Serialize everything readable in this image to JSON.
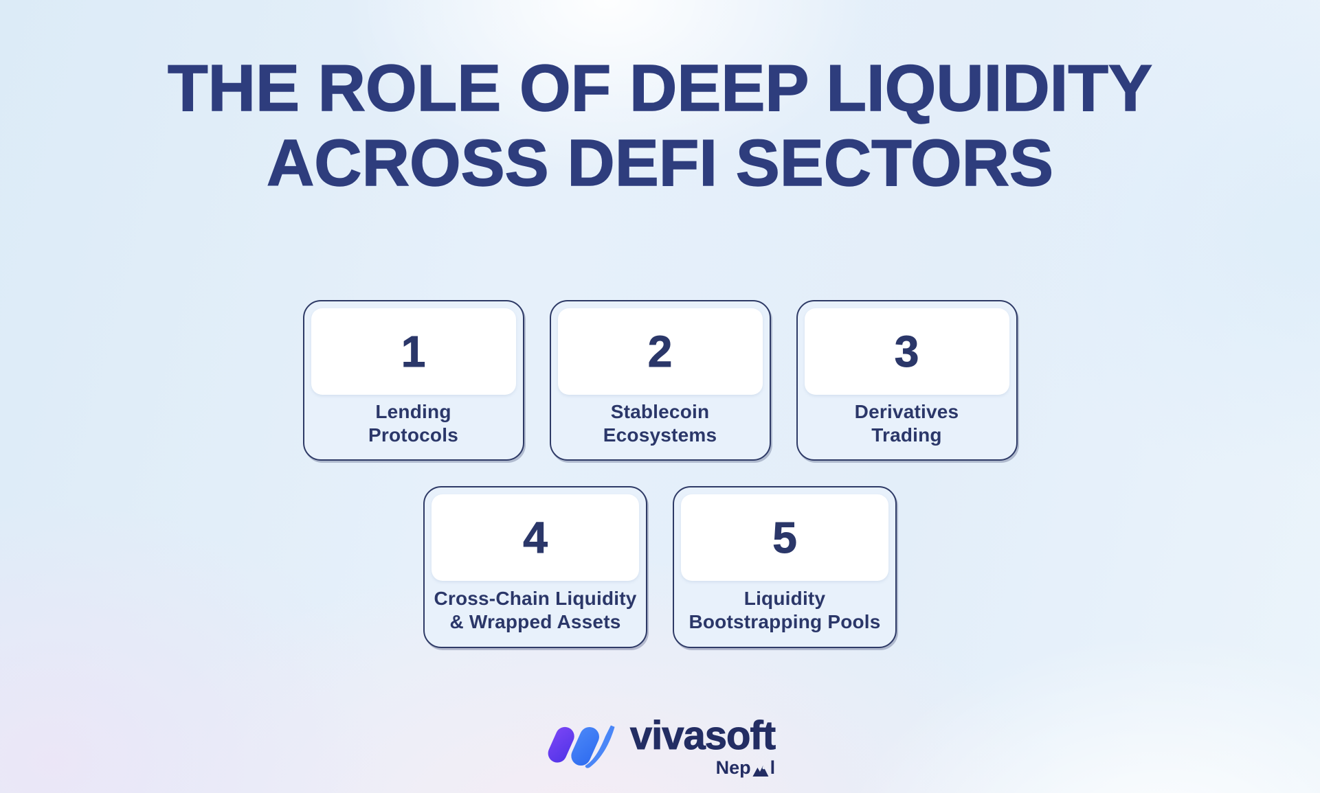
{
  "title": {
    "line1": "THE ROLE OF DEEP LIQUIDITY",
    "line2": "ACROSS DEFI SECTORS"
  },
  "cards": [
    {
      "number": "1",
      "label": "Lending\nProtocols"
    },
    {
      "number": "2",
      "label": "Stablecoin\nEcosystems"
    },
    {
      "number": "3",
      "label": "Derivatives\nTrading"
    },
    {
      "number": "4",
      "label": "Cross-Chain Liquidity\n& Wrapped Assets"
    },
    {
      "number": "5",
      "label": "Liquidity\nBootstrapping Pools"
    }
  ],
  "logo": {
    "wordmark": "vivasoft",
    "region": "Nepal",
    "region_prefix": "Nep",
    "region_suffix": "l",
    "icon": "vivasoft-double-stroke-check-icon"
  },
  "theme": {
    "title_color": "#2e3d7d",
    "card_border": "#2e3a66",
    "card_bg": "#e8f1fb",
    "card_inner_bg": "#ffffff",
    "text_navy": "#2b3769",
    "logo_navy": "#232d63",
    "logo_purple": "#6b3ef2",
    "logo_blue": "#3b7bf5"
  }
}
